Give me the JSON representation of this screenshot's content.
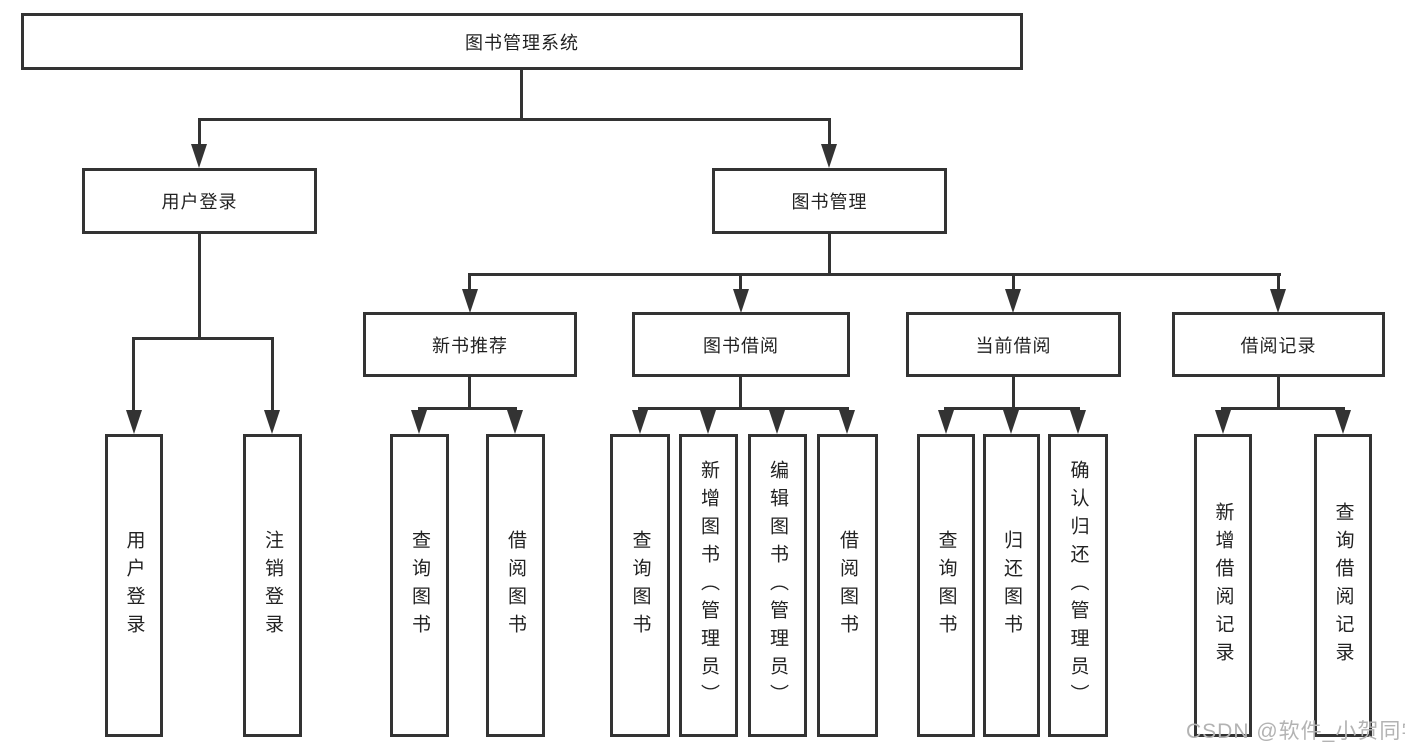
{
  "diagram": {
    "root": {
      "label": "图书管理系统"
    },
    "branches": [
      {
        "label": "用户登录",
        "children": [
          {
            "label": "用户登录"
          },
          {
            "label": "注销登录"
          }
        ]
      },
      {
        "label": "图书管理",
        "children": [
          {
            "label": "新书推荐",
            "children": [
              {
                "label": "查询图书"
              },
              {
                "label": "借阅图书"
              }
            ]
          },
          {
            "label": "图书借阅",
            "children": [
              {
                "label": "查询图书"
              },
              {
                "label": "新增图书（管理员）"
              },
              {
                "label": "编辑图书（管理员）"
              },
              {
                "label": "借阅图书"
              }
            ]
          },
          {
            "label": "当前借阅",
            "children": [
              {
                "label": "查询图书"
              },
              {
                "label": "归还图书"
              },
              {
                "label": "确认归还（管理员）"
              }
            ]
          },
          {
            "label": "借阅记录",
            "children": [
              {
                "label": "新增借阅记录"
              },
              {
                "label": "查询借阅记录"
              }
            ]
          }
        ]
      }
    ],
    "watermark": "CSDN @软件_小贺同学",
    "colors": {
      "line": "#333333",
      "text": "#222222",
      "watermark": "#b3b3b3",
      "background": "#ffffff"
    }
  }
}
